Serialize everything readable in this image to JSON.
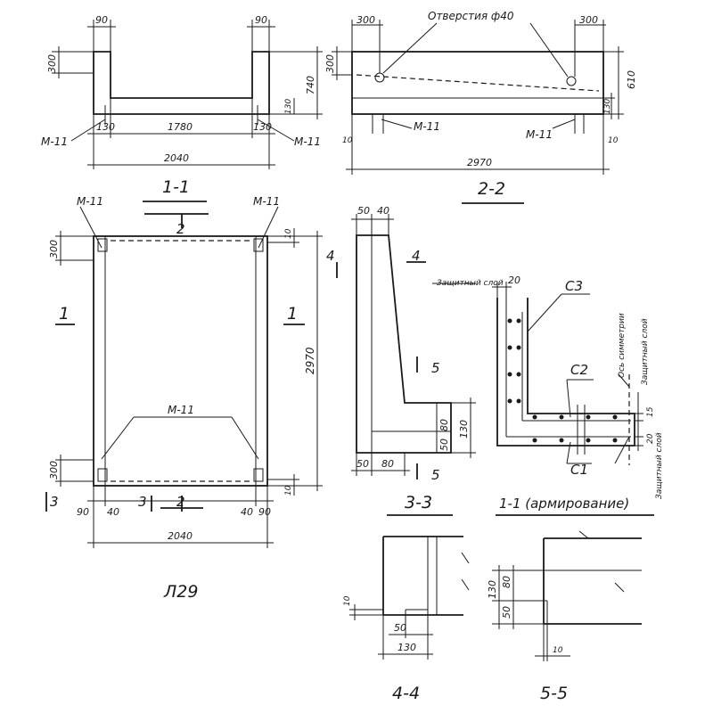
{
  "sheet_code": "Л29",
  "view_top_left": {
    "title": "1-1",
    "dims": {
      "top_left": "90",
      "top_right": "90",
      "height_left": "300",
      "height_right": "740",
      "thickness": "130",
      "bottom_left": "130",
      "inner": "1780",
      "bottom_right": "130",
      "overall": "2040"
    },
    "mark_left": "М-11",
    "mark_right": "М-11"
  },
  "view_top_right": {
    "title": "2-2",
    "hole_label": "Отверстия ф40",
    "dims": {
      "left_offset": "300",
      "right_offset": "300",
      "height_left": "300",
      "height_right": "610",
      "thickness": "130",
      "bottom_left": "10",
      "bottom_right": "10",
      "overall": "2970"
    },
    "mark_left": "М-11",
    "mark_right": "М-11"
  },
  "view_plan": {
    "dims": {
      "height": "2970",
      "top_right": "10",
      "top_left": "300",
      "bottom_left": "300",
      "bottom_right": "10",
      "bottom_dims": [
        "90",
        "40",
        "40",
        "90"
      ],
      "overall": "2040"
    },
    "section_marks": {
      "left": "1",
      "right": "1",
      "top": "2",
      "bottom": "2",
      "bottom_mid": "3",
      "left_bottom": "3"
    },
    "mark_top_left": "М-11",
    "mark_top_right": "М-11",
    "mark_bottom": "М-11"
  },
  "view_section_33": {
    "title": "3-3",
    "dims": {
      "top_a": "50",
      "top_b": "40",
      "h_80": "80",
      "h_50": "50",
      "h_130": "130",
      "bot_a": "50",
      "bot_b": "80"
    },
    "marks": {
      "cut_4_left": "4",
      "cut_4_right": "4",
      "cut_5_top": "5",
      "cut_5_bottom": "5"
    },
    "protective_layer": "Защитный слой"
  },
  "view_reinforcement": {
    "title": "1-1 (армирование)",
    "bars": {
      "c1": "С1",
      "c2": "С2",
      "c3": "С3"
    },
    "symmetry_axis": "Ось симметрии",
    "protective_layer_top": "Защитный слой",
    "protective_layer_bottom": "Защитный слой",
    "dims": {
      "top": "20",
      "right_15": "15",
      "right_20": "20"
    }
  },
  "view_section_44": {
    "title": "4-4",
    "dims": {
      "left": "10",
      "width_50": "50",
      "width_130": "130"
    }
  },
  "view_section_55": {
    "title": "5-5",
    "dims": {
      "h_130": "130",
      "h_80": "80",
      "h_50": "50",
      "bottom": "10"
    }
  }
}
